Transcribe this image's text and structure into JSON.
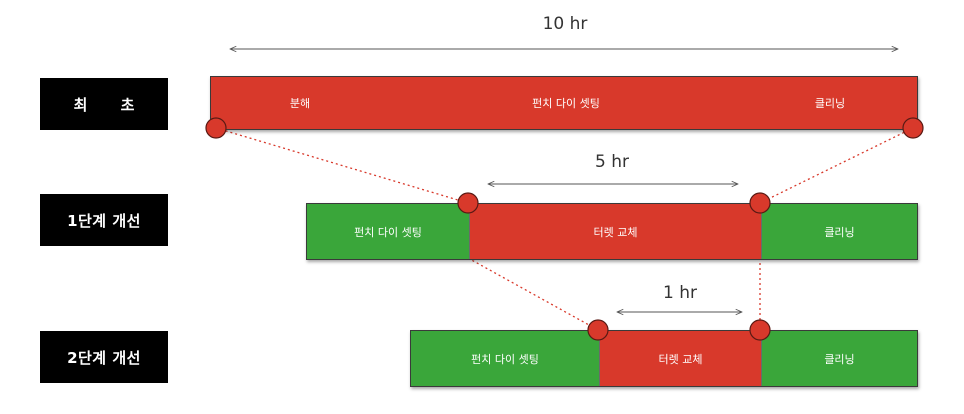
{
  "rows": [
    {
      "label": "최 초",
      "segments": [
        {
          "label": "분해",
          "color": "red"
        },
        {
          "label": "펀치 다이 셋팅",
          "color": "red"
        },
        {
          "label": "클리닝",
          "color": "red"
        }
      ]
    },
    {
      "label": "1단계 개선",
      "segments": [
        {
          "label": "펀치 다이 셋팅",
          "color": "green"
        },
        {
          "label": "터렛 교체",
          "color": "red"
        },
        {
          "label": "클리닝",
          "color": "green"
        }
      ]
    },
    {
      "label": "2단계 개선",
      "segments": [
        {
          "label": "펀치 다이 셋팅",
          "color": "green"
        },
        {
          "label": "터렛 교체",
          "color": "red"
        },
        {
          "label": "클리닝",
          "color": "green"
        }
      ]
    }
  ],
  "durations": [
    "10 hr",
    "5 hr",
    "1 hr"
  ],
  "colors": {
    "red": "#d8392b",
    "green": "#3aa63a",
    "label_bg": "#000000"
  }
}
